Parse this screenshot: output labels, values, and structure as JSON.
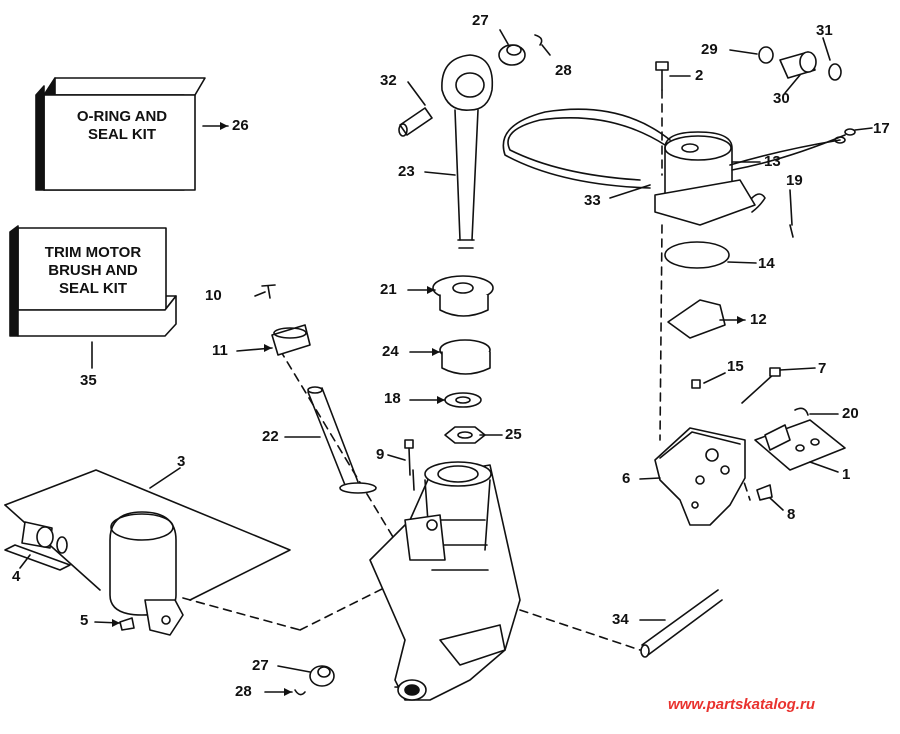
{
  "kits": {
    "oring_seal_kit": {
      "line1": "O-RING AND",
      "line2": "SEAL KIT",
      "number": "26"
    },
    "trim_motor_kit": {
      "line1": "TRIM MOTOR",
      "line2": "BRUSH AND",
      "line3": "SEAL KIT",
      "number": "35"
    }
  },
  "callouts": {
    "c1": "1",
    "c2": "2",
    "c3": "3",
    "c4": "4",
    "c5": "5",
    "c6": "6",
    "c7": "7",
    "c8": "8",
    "c9": "9",
    "c10": "10",
    "c11": "11",
    "c12": "12",
    "c13": "13",
    "c14": "14",
    "c15": "15",
    "c17": "17",
    "c18": "18",
    "c19": "19",
    "c20": "20",
    "c21": "21",
    "c22": "22",
    "c23": "23",
    "c24": "24",
    "c25": "25",
    "c27a": "27",
    "c27b": "27",
    "c28a": "28",
    "c28b": "28",
    "c29": "29",
    "c30": "30",
    "c31": "31",
    "c32": "32",
    "c33": "33",
    "c34": "34"
  },
  "watermark": "www.partskatalog.ru",
  "colors": {
    "ink": "#111111",
    "watermark": "#e9322e"
  }
}
